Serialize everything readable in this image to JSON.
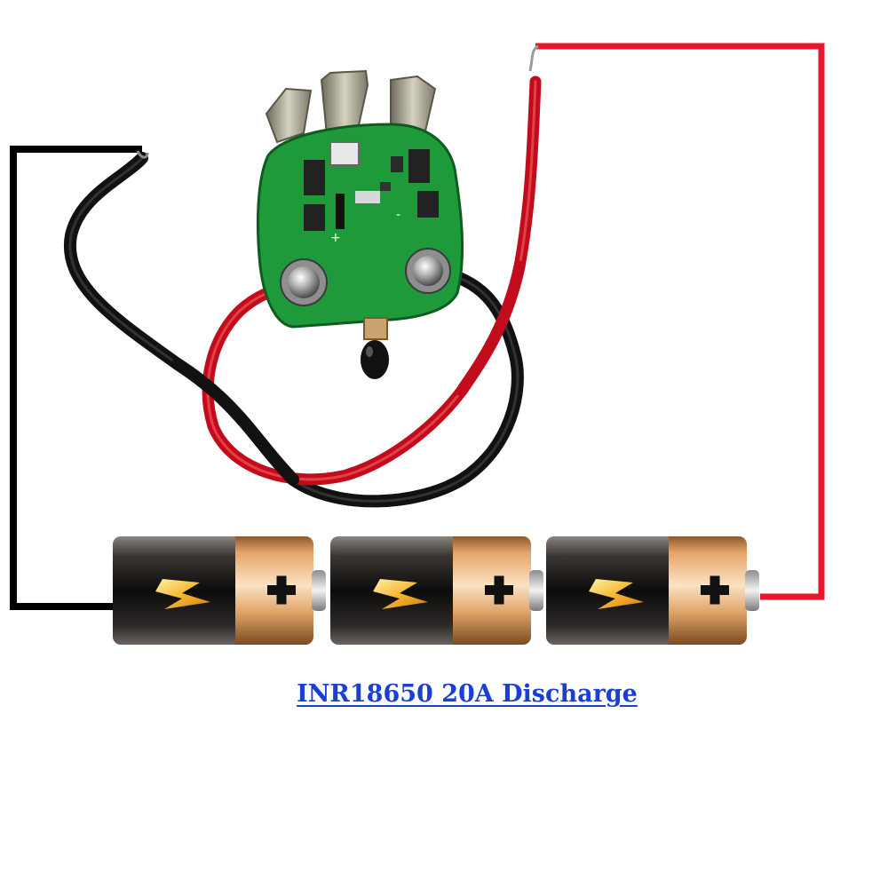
{
  "caption": {
    "text": "INR18650 20A Discharge"
  },
  "pcb": {
    "markings": {
      "plus": "+",
      "minus": "-"
    }
  },
  "batteries": {
    "count": 3,
    "terminal_symbol": "plus",
    "icon": "lightning-bolt-icon"
  },
  "colors": {
    "negative_wire": "#000000",
    "positive_wire": "#e8172b",
    "pcb_green": "#1f9a3a",
    "battery_dark": "#1a1a1a",
    "battery_gold": "#e0a46a",
    "link_blue": "#1b3fd6"
  }
}
